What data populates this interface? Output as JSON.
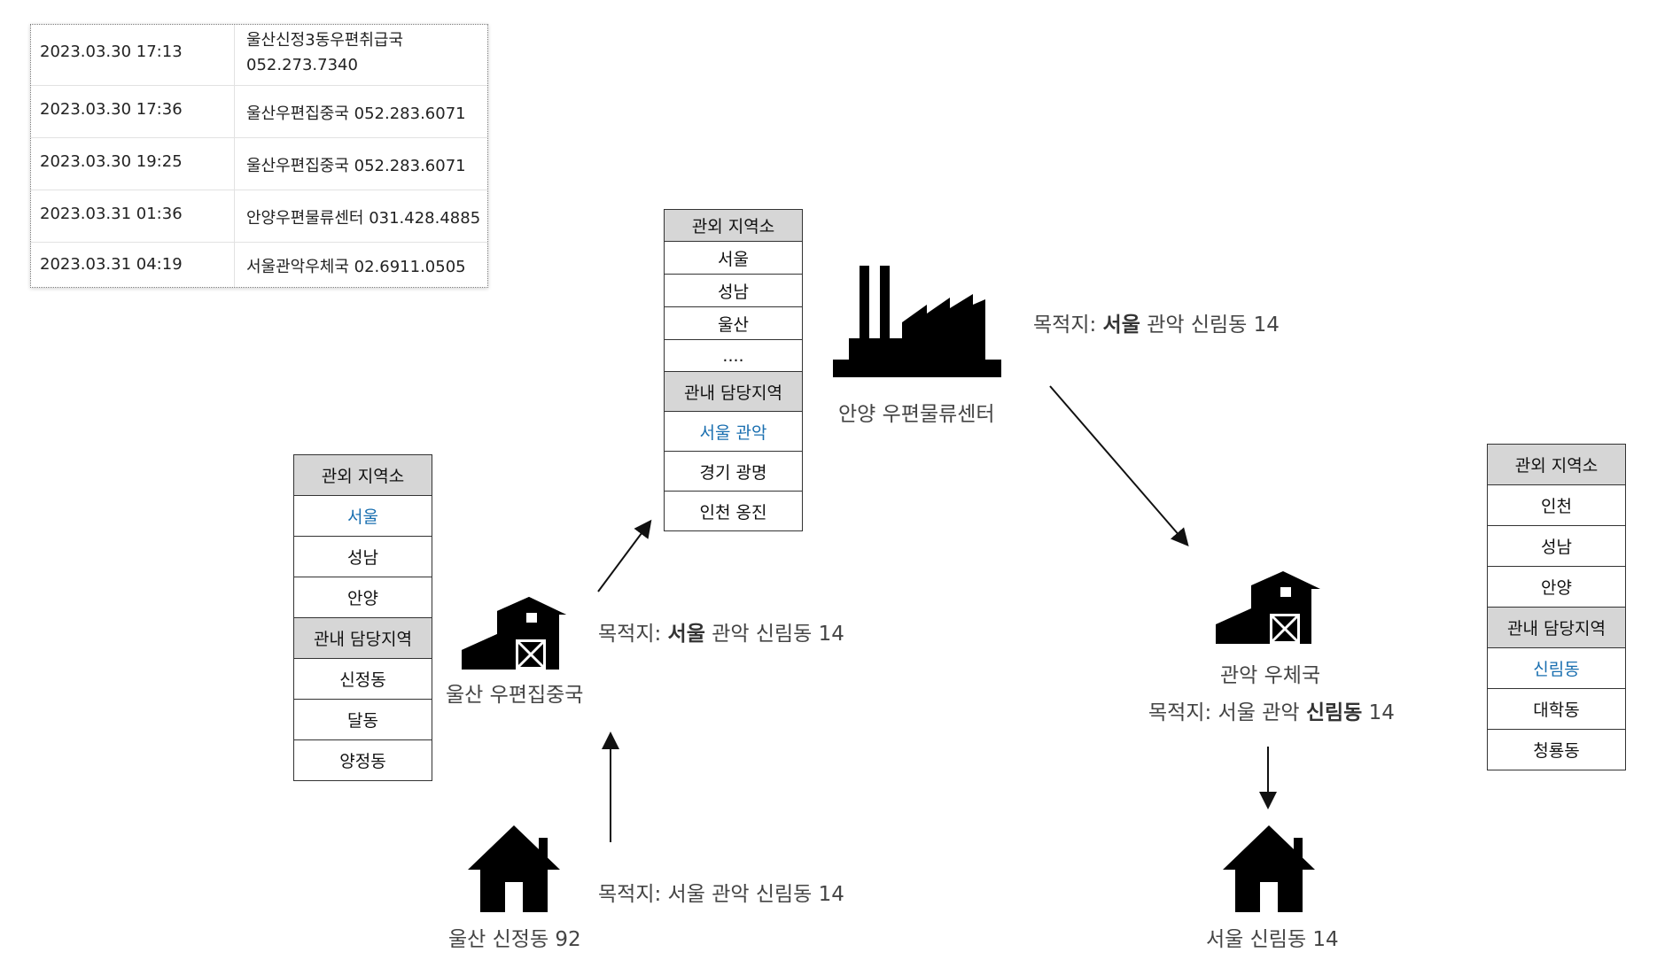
{
  "tracking": [
    {
      "datetime": "2023.03.30 17:13",
      "location": "울산신정3동우편취급국 052.273.7340"
    },
    {
      "datetime": "2023.03.30 17:36",
      "location": "울산우편집중국 052.283.6071"
    },
    {
      "datetime": "2023.03.30 19:25",
      "location": "울산우편집중국 052.283.6071"
    },
    {
      "datetime": "2023.03.31 01:36",
      "location": "안양우편물류센터 031.428.4885"
    },
    {
      "datetime": "2023.03.31 04:19",
      "location": "서울관악우체국 02.6911.0505"
    }
  ],
  "ulsan_center_table": {
    "rows": [
      "관외 지역소",
      "서울",
      "성남",
      "안양",
      "관내 담당지역",
      "신정동",
      "달동",
      "양정동"
    ]
  },
  "anyang_center_table": {
    "rows": [
      "관외 지역소",
      "서울",
      "성남",
      "울산",
      "....",
      "관내 담당지역",
      "서울 관악",
      "경기 광명",
      "인천 옹진"
    ]
  },
  "gwanak_office_table": {
    "rows": [
      "관외 지역소",
      "인천",
      "성남",
      "안양",
      "관내 담당지역",
      "신림동",
      "대학동",
      "청룡동"
    ]
  },
  "labels": {
    "origin_house": "울산 신정동 92",
    "ulsan_center": "울산 우편집중국",
    "anyang_center": "안양 우편물류센터",
    "gwanak_office": "관악 우체국",
    "dest_house": "서울 신림동 14",
    "dest_prefix": "목적지:",
    "dest_seoul": "서울",
    "dest_gwanak": "관악",
    "dest_sinlim": "신림동",
    "dest_number": "14"
  },
  "colors": {
    "highlight": "#1a6fb0",
    "header_bg": "#d6d6d6"
  },
  "icons": [
    "house-icon",
    "barn-icon",
    "factory-icon"
  ]
}
